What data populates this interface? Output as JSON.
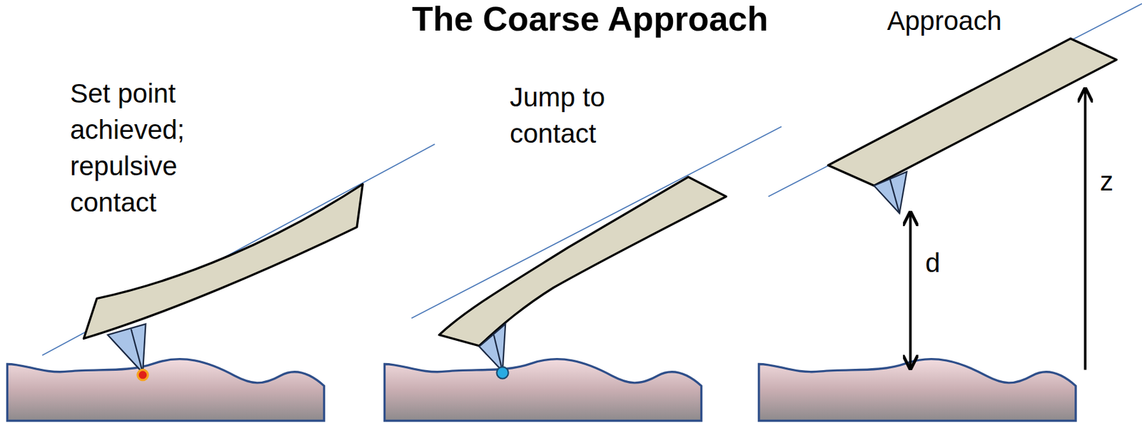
{
  "diagram": {
    "title": "The Coarse Approach",
    "labels": [
      "Approach",
      "Set point achieved; repulsive contact",
      "Jump to contact",
      "d",
      "z"
    ]
  }
}
